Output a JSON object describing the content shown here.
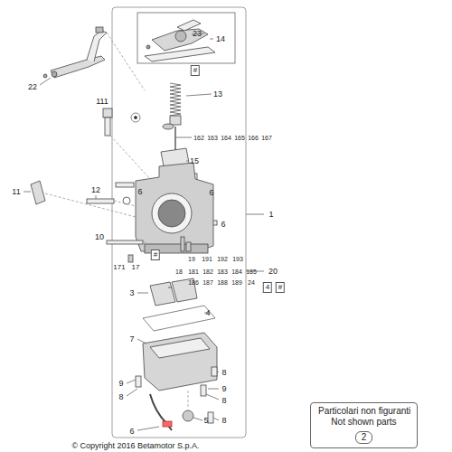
{
  "diagram": {
    "nodes": [
      {
        "text": [
          "Particolari non figuranti",
          "Not shown parts"
        ]
      },
      {
        "text": [
          "2"
        ],
        "in": 0
      }
    ],
    "labels": [
      "23",
      "#",
      "14",
      "22",
      "13",
      "111",
      "162",
      "163",
      "164",
      "165",
      "166",
      "167",
      "15",
      "6",
      "6",
      "11",
      "12",
      "1",
      "6",
      "10",
      "#",
      "171",
      "17",
      "19",
      "191",
      "192",
      "193",
      "18",
      "181",
      "182",
      "183",
      "184",
      "185",
      "186",
      "187",
      "188",
      "189",
      "24",
      "20",
      "4",
      "#",
      "3",
      "4",
      "7",
      "8",
      "9",
      "9",
      "8",
      "8",
      "5",
      "8",
      "6",
      "© Copyright 2016 Betamotor S.p.A."
    ]
  }
}
